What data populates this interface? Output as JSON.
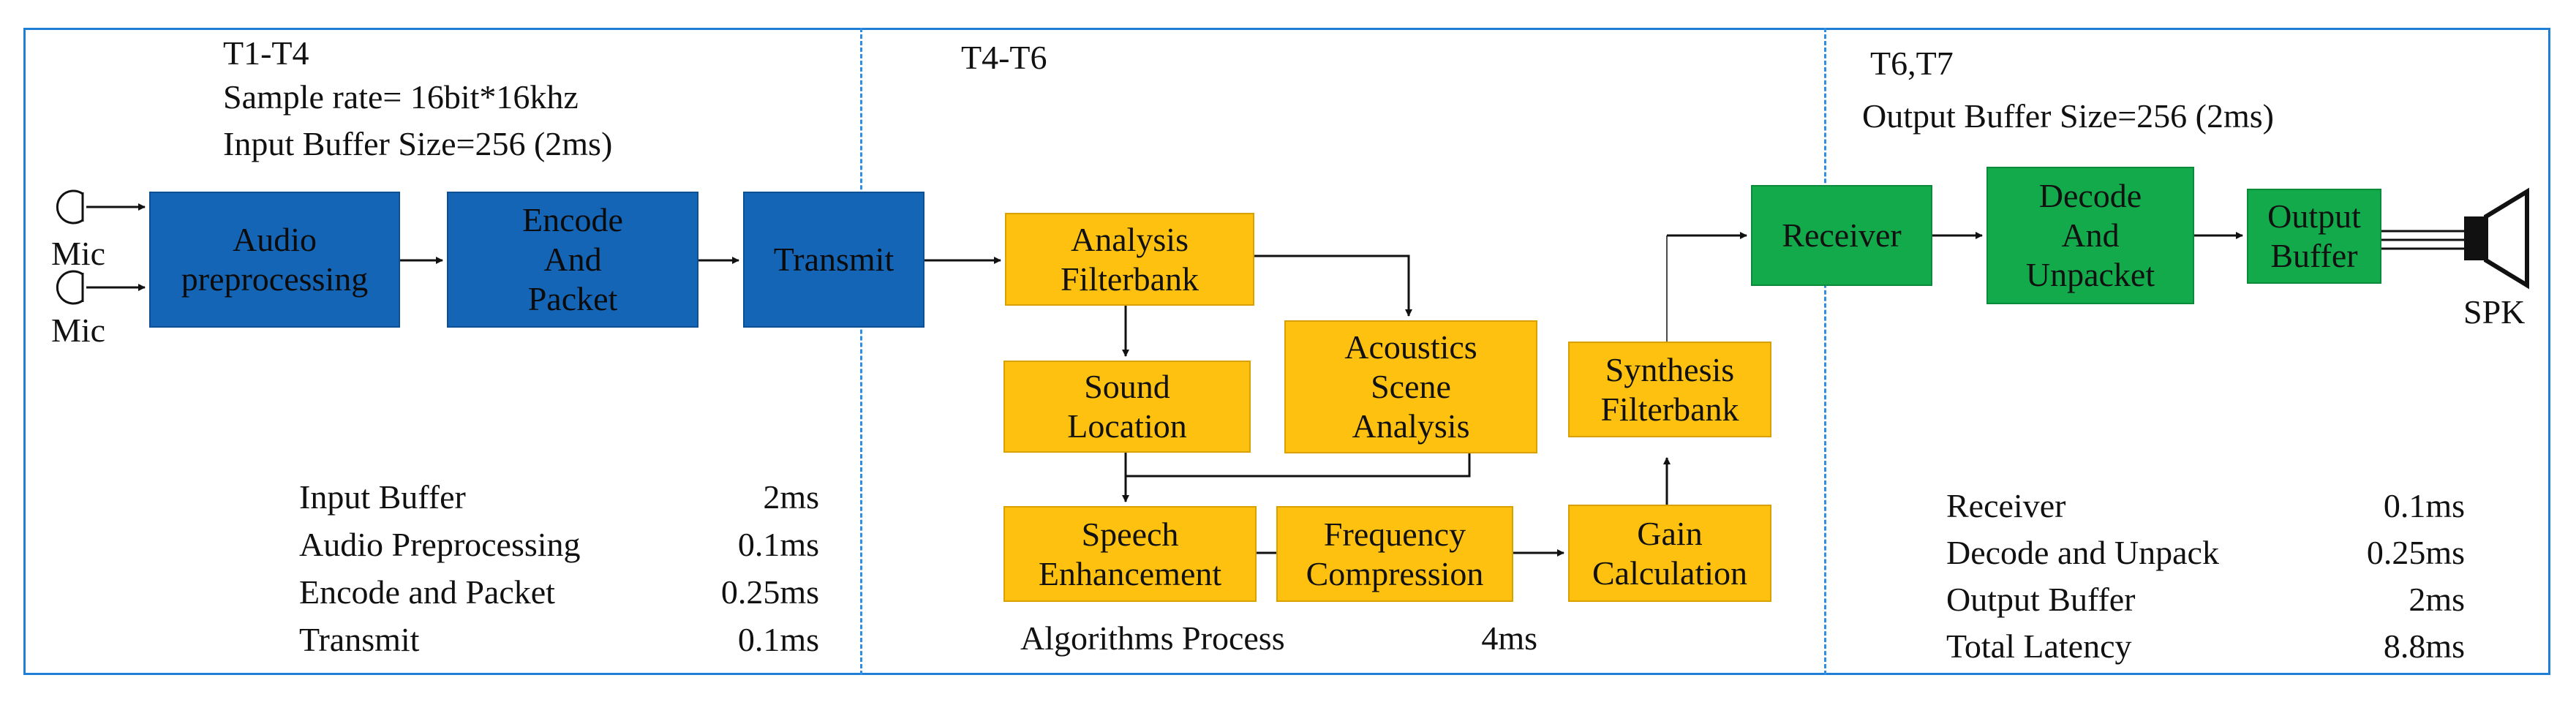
{
  "sections": [
    {
      "id": "t1t4",
      "heading": "T1-T4",
      "lines": [
        "Sample rate= 16bit*16khz",
        "Input Buffer Size=256 (2ms)"
      ]
    },
    {
      "id": "t4t6",
      "heading": "T4-T6",
      "lines": []
    },
    {
      "id": "t6t7",
      "heading": "T6,T7",
      "lines": [
        "Output Buffer Size=256 (2ms)"
      ]
    }
  ],
  "inputs": {
    "mic1": "Mic",
    "mic2": "Mic"
  },
  "output": {
    "speaker": "SPK"
  },
  "blocks": {
    "audio_pre": "Audio\npreprocessing",
    "encode": "Encode\nAnd\nPacket",
    "transmit": "Transmit",
    "analysis": "Analysis\nFilterbank",
    "sound_loc": "Sound\nLocation",
    "acoustics": "Acoustics\nScene\nAnalysis",
    "speech_enh": "Speech\nEnhancement",
    "freq_comp": "Frequency\nCompression",
    "gain": "Gain\nCalculation",
    "synthesis": "Synthesis\nFilterbank",
    "receiver": "Receiver",
    "decode": "Decode\nAnd\nUnpacket",
    "out_buf": "Output\nBuffer"
  },
  "latency_left": [
    {
      "label": "Input Buffer",
      "value": "2ms"
    },
    {
      "label": "Audio Preprocessing",
      "value": "0.1ms"
    },
    {
      "label": "Encode and Packet",
      "value": "0.25ms"
    },
    {
      "label": "Transmit",
      "value": "0.1ms"
    }
  ],
  "latency_mid": {
    "label": "Algorithms Process",
    "value": "4ms"
  },
  "latency_right": [
    {
      "label": "Receiver",
      "value": "0.1ms"
    },
    {
      "label": "Decode and Unpack",
      "value": "0.25ms"
    },
    {
      "label": "Output Buffer",
      "value": "2ms"
    },
    {
      "label": "Total Latency",
      "value": "8.8ms"
    }
  ],
  "colors": {
    "blue": "#1565b7",
    "yellow": "#fec10f",
    "green": "#12aa4a",
    "frame": "#1f7fd6"
  }
}
